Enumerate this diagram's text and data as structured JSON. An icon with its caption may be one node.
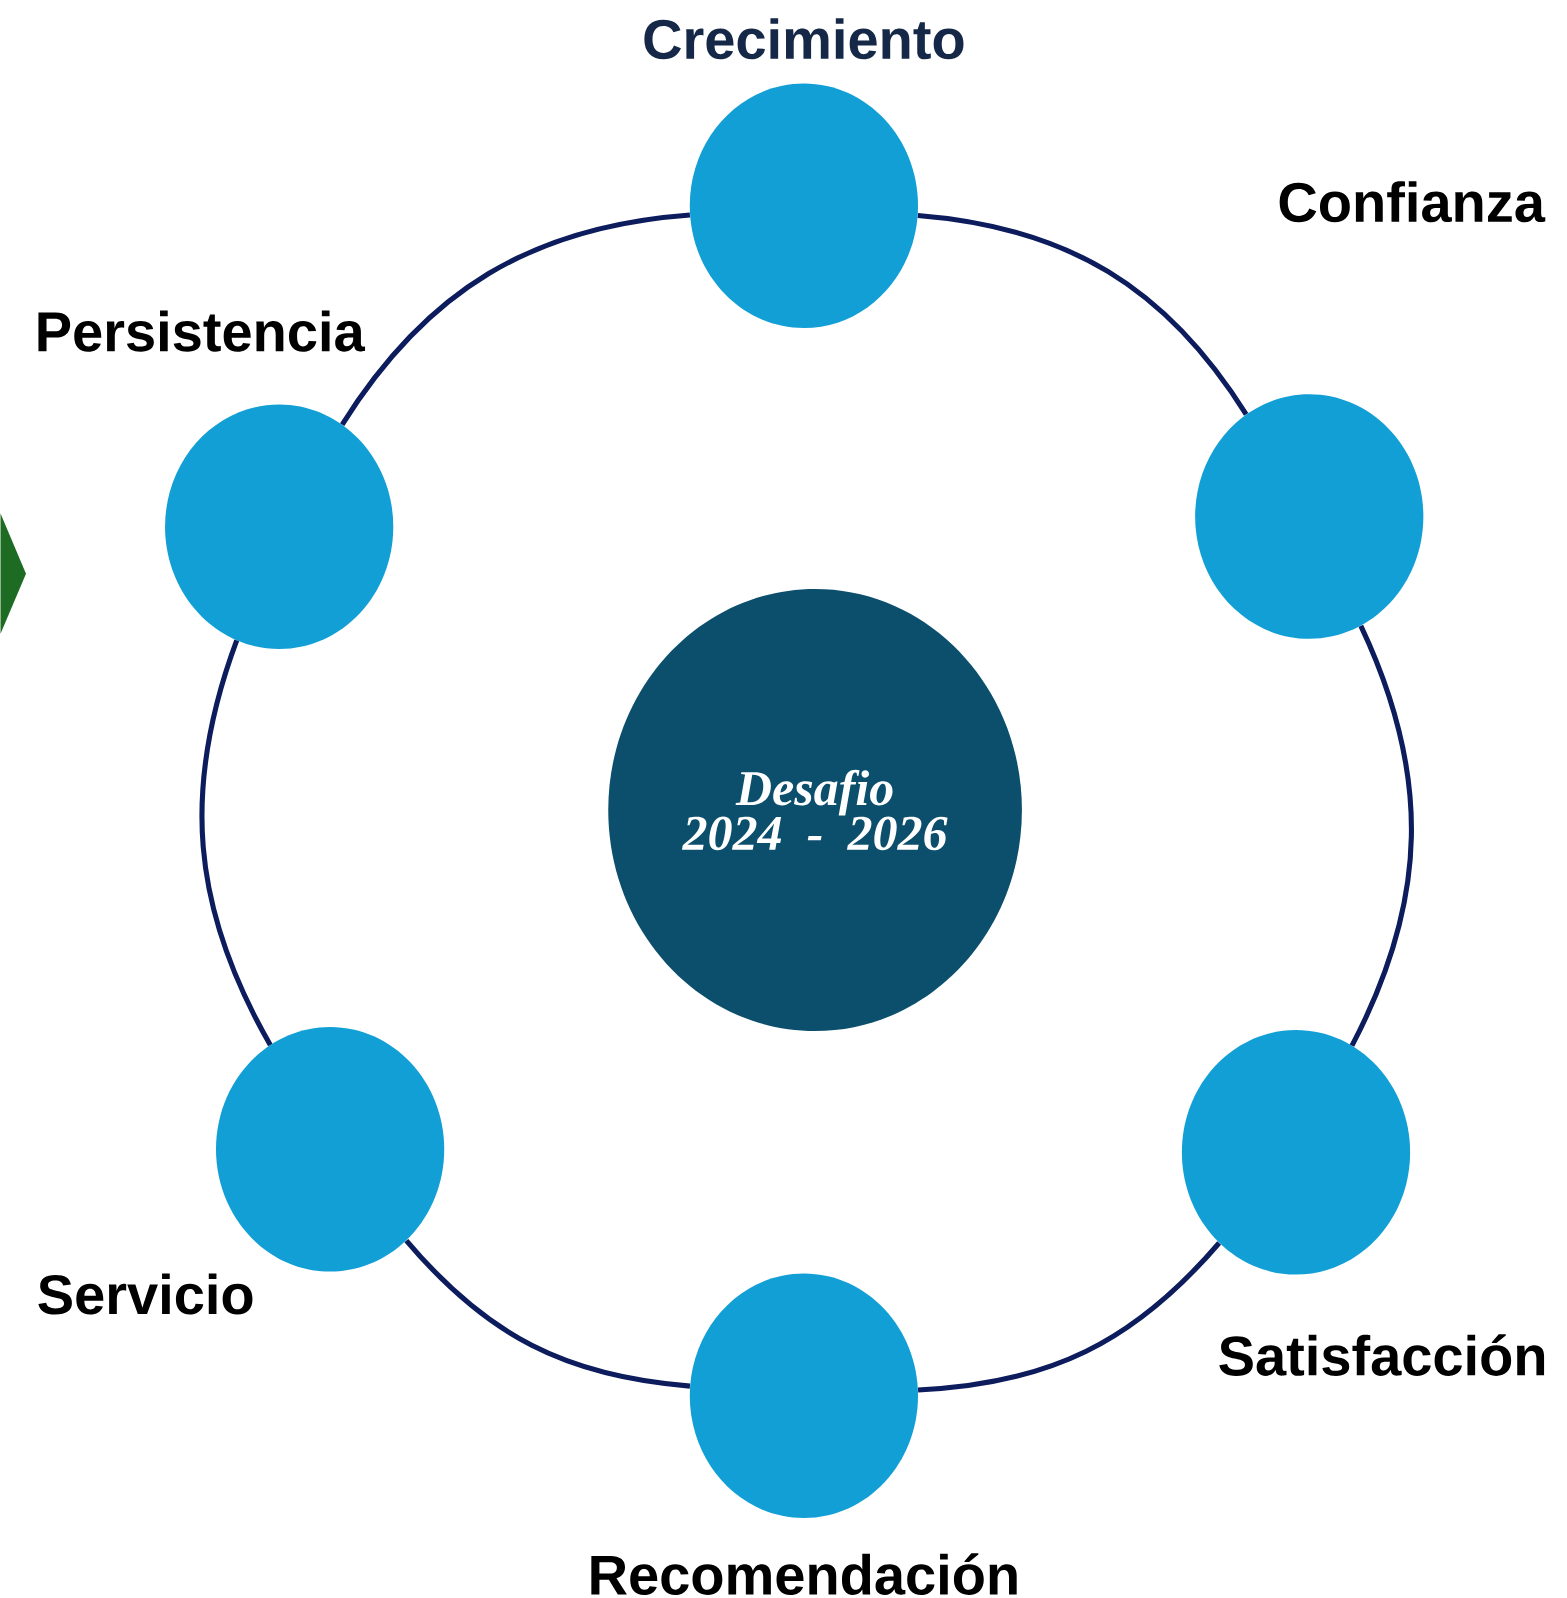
{
  "diagram": {
    "nodes": [
      {
        "text": [
          "Desafio 2024 - 2026"
        ]
      },
      {
        "text": [],
        "shape": "circle",
        "beside": [
          "Crecimiento"
        ]
      },
      {
        "text": [],
        "shape": "circle",
        "beside": [
          "Confianza"
        ]
      },
      {
        "text": [],
        "shape": "circle",
        "beside": [
          "Satisfacción"
        ]
      },
      {
        "text": [],
        "shape": "circle",
        "beside": [
          "Recomendación"
        ]
      },
      {
        "text": [],
        "shape": "circle",
        "beside": [
          "Servicio"
        ]
      },
      {
        "text": [],
        "shape": "circle",
        "beside": [
          "Persistencia"
        ]
      },
      {
        "text": [],
        "shape": "triangle"
      }
    ],
    "edges": [
      {
        "from": 1,
        "to": 2,
        "arrow": "none"
      },
      {
        "from": 2,
        "to": 3,
        "arrow": "none"
      },
      {
        "from": 3,
        "to": 4,
        "arrow": "none"
      },
      {
        "from": 4,
        "to": 5,
        "arrow": "none"
      },
      {
        "from": 5,
        "to": 6,
        "arrow": "none"
      },
      {
        "from": 6,
        "to": 1,
        "arrow": "none"
      }
    ]
  }
}
